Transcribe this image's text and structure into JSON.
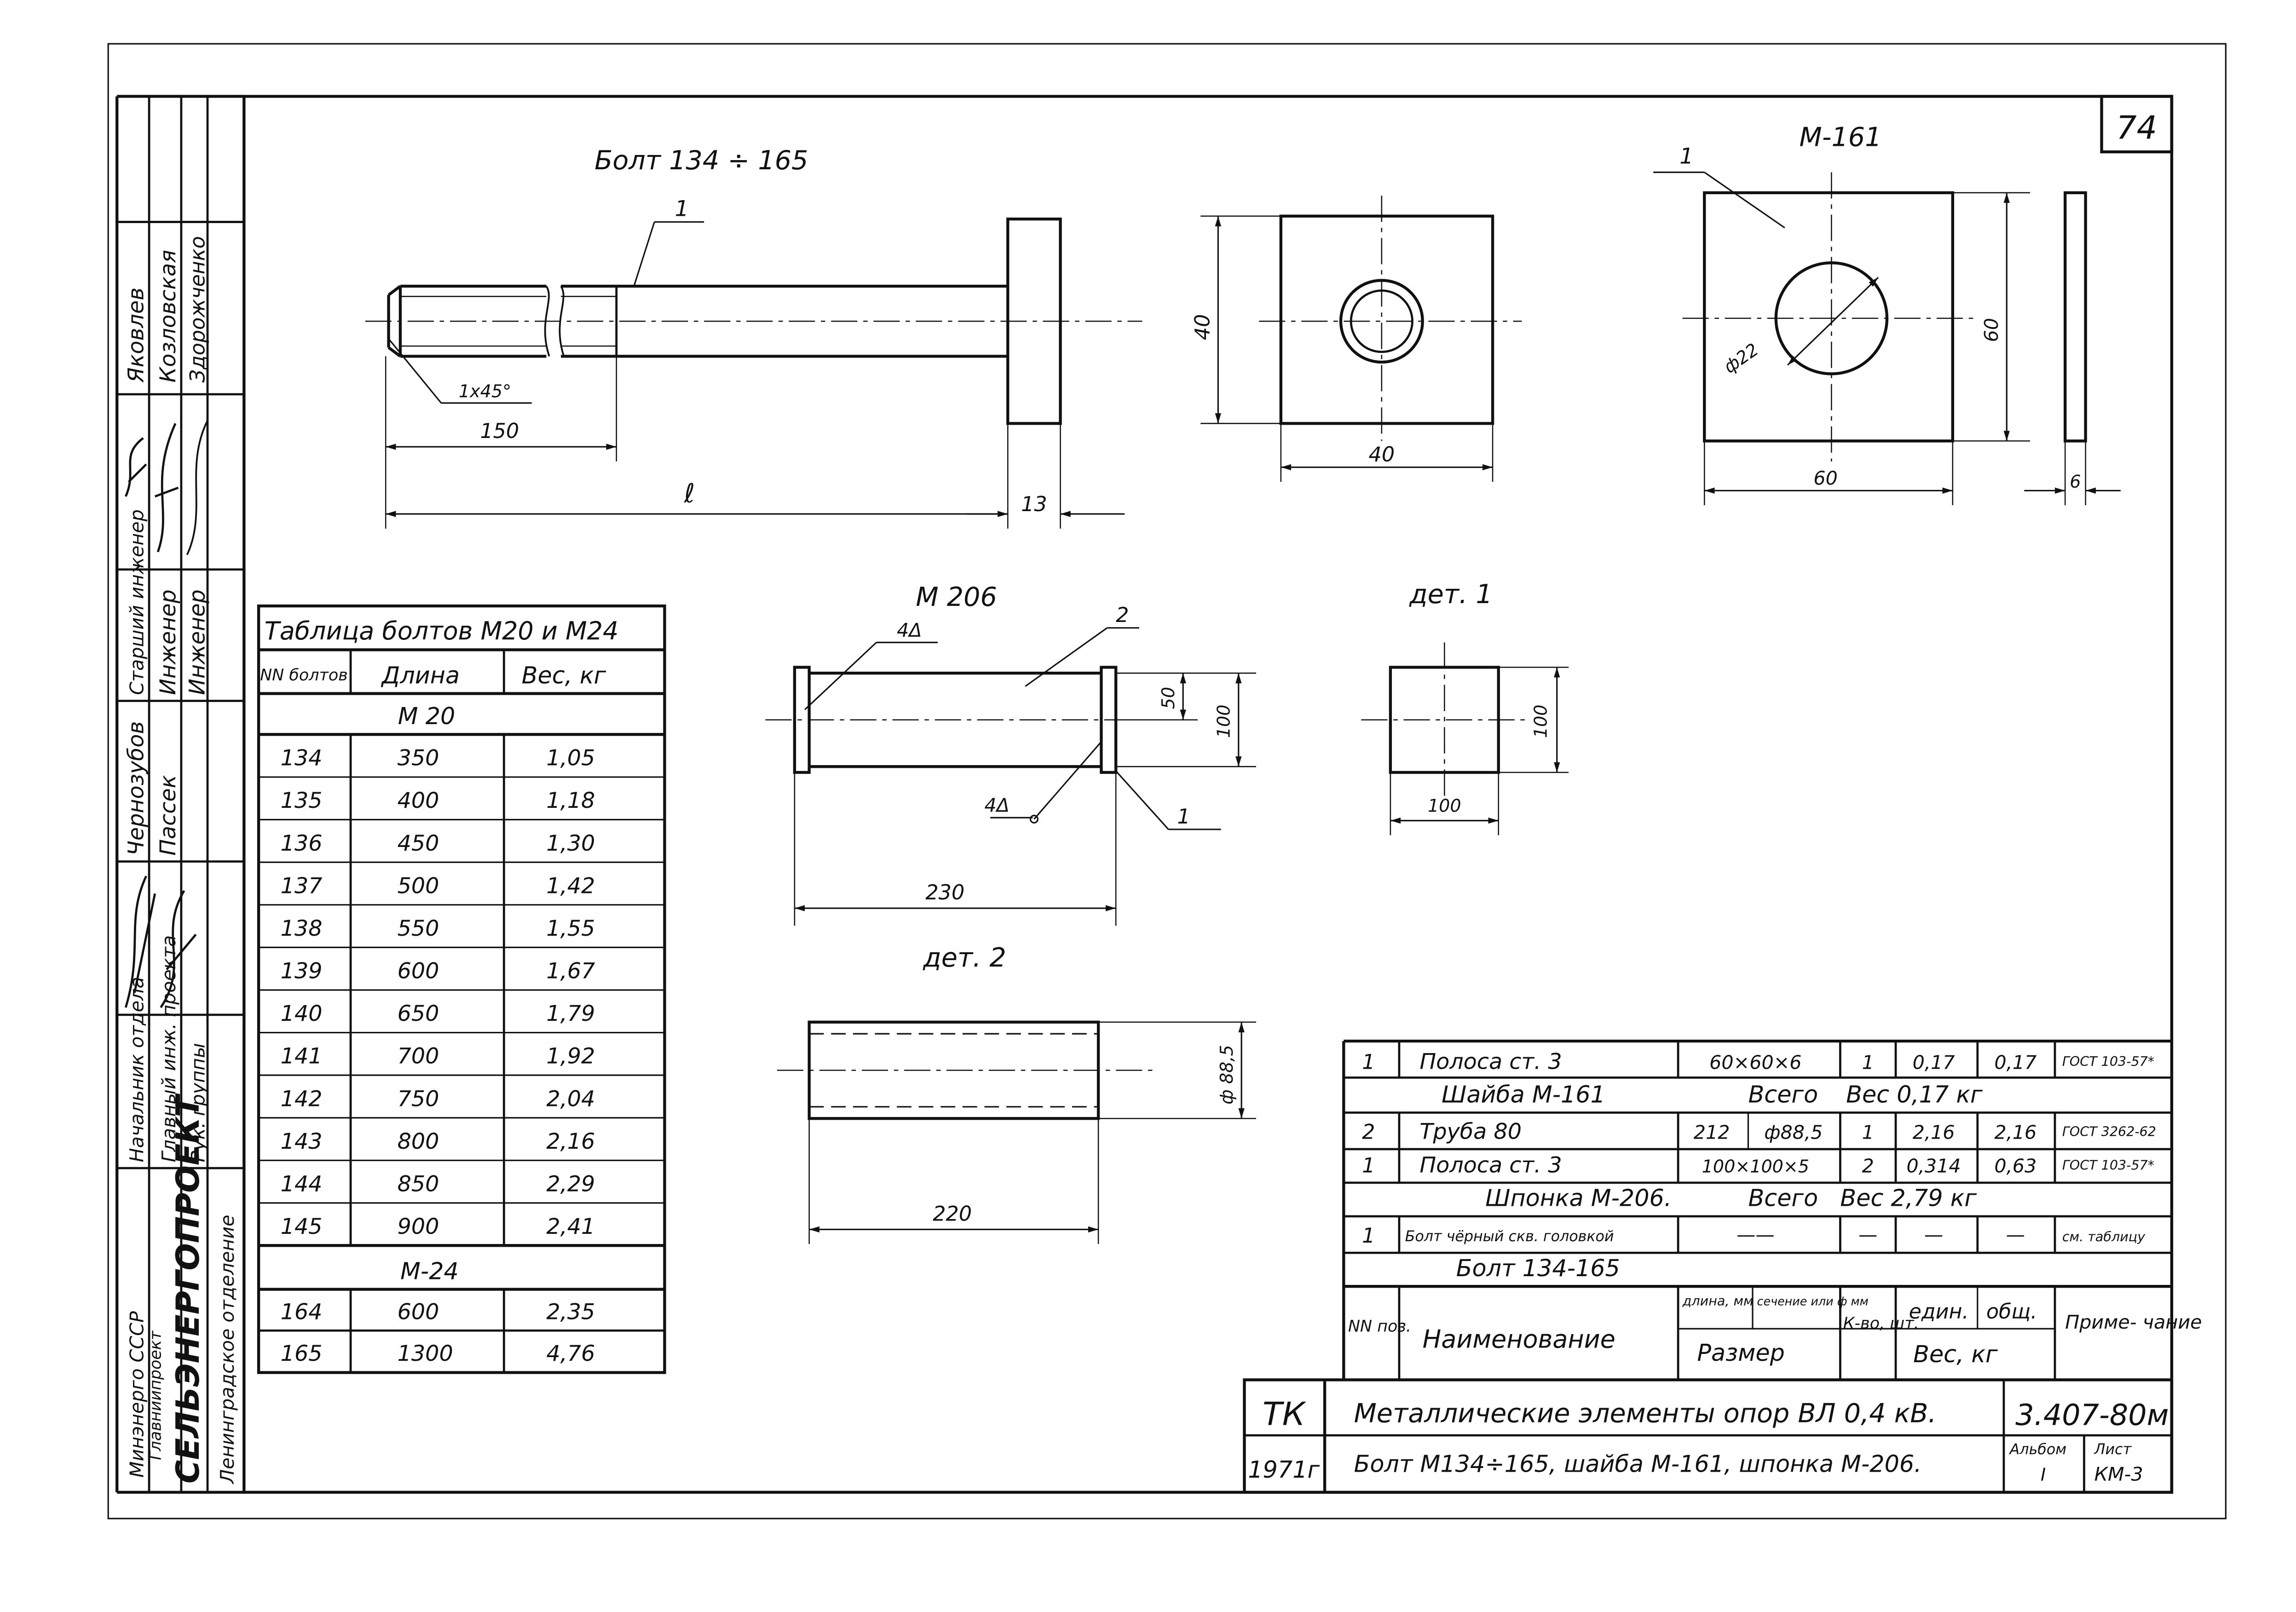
{
  "sheet": {
    "page_number": "74"
  },
  "side_stamp": {
    "org": [
      "Минэнерго СССР",
      "Главниипроект",
      "СЕЛЬЭНЕРГОПРОЕКТ",
      "Ленинградское отделение"
    ],
    "roles": [
      "Начальник отдела",
      "Главный инж. проекта",
      "Рук. группы",
      "Старший инженер",
      "Инженер",
      "Инженер"
    ],
    "names": [
      "Чернозубов",
      "Пассек",
      "Яковлев",
      "Козловская",
      "Здорожченко"
    ]
  },
  "drawings": {
    "bolt": {
      "title": "Болт 134 ÷ 165",
      "callout": "1",
      "chamfer": "1x45°",
      "dim_thread": "150",
      "dim_length": "ℓ",
      "dim_head": "13"
    },
    "washer_left": {
      "dim_h": "40",
      "dim_w": "40"
    },
    "washer": {
      "title": "М-161",
      "callout": "1",
      "dia": "ф22",
      "dim_h": "60",
      "dim_w": "60",
      "dim_t": "6"
    },
    "key": {
      "title": "М 206",
      "weld_top": "4Δ",
      "weld_bottom": "4Δ",
      "callout2": "2",
      "callout1": "1",
      "dim_50": "50",
      "dim_100": "100",
      "dim_230": "230"
    },
    "det1": {
      "title": "дет. 1",
      "dim_h": "100",
      "dim_w": "100"
    },
    "det2": {
      "title": "дет. 2",
      "dim_d": "ф 88,5",
      "dim_l": "220"
    }
  },
  "bolts_table": {
    "title": "Таблица болтов М20 и М24",
    "headers": [
      "NN болтов",
      "Длина",
      "Вес, кг"
    ],
    "group1": "М 20",
    "rows1": [
      [
        "134",
        "350",
        "1,05"
      ],
      [
        "135",
        "400",
        "1,18"
      ],
      [
        "136",
        "450",
        "1,30"
      ],
      [
        "137",
        "500",
        "1,42"
      ],
      [
        "138",
        "550",
        "1,55"
      ],
      [
        "139",
        "600",
        "1,67"
      ],
      [
        "140",
        "650",
        "1,79"
      ],
      [
        "141",
        "700",
        "1,92"
      ],
      [
        "142",
        "750",
        "2,04"
      ],
      [
        "143",
        "800",
        "2,16"
      ],
      [
        "144",
        "850",
        "2,29"
      ],
      [
        "145",
        "900",
        "2,41"
      ]
    ],
    "group2": "М-24",
    "rows2": [
      [
        "164",
        "600",
        "2,35"
      ],
      [
        "165",
        "1300",
        "4,76"
      ]
    ]
  },
  "spec_table": {
    "r1": [
      "1",
      "Полоса ст. 3",
      "60×60×6",
      "1",
      "0,17",
      "0,17",
      "ГОСТ 103-57*"
    ],
    "s1": [
      "Шайба М-161",
      "Всего",
      "Вес 0,17 кг"
    ],
    "r2": [
      "2",
      "Труба 80",
      "212",
      "ф88,5",
      "1",
      "2,16",
      "2,16",
      "ГОСТ 3262-62"
    ],
    "r3": [
      "1",
      "Полоса ст. 3",
      "100×100×5",
      "2",
      "0,314",
      "0,63",
      "ГОСТ 103-57*"
    ],
    "s2": [
      "Шпонка М-206.",
      "Всего",
      "Вес 2,79 кг"
    ],
    "r4": [
      "1",
      "Болт чёрный скв. головкой",
      "——",
      "—",
      "—",
      "—",
      "см. таблицу"
    ],
    "s3": "Болт 134-165",
    "header": {
      "pos": "NN поз.",
      "name": "Наименование",
      "len": "длина, мм",
      "sec": "сечение или ф мм",
      "size": "Размер",
      "qty": "К-во, шт.",
      "unit": "един.",
      "total": "общ.",
      "weight": "Вес, кг",
      "note": "Приме- чание"
    }
  },
  "title_block": {
    "code": "ТК",
    "year": "1971г",
    "line1": "Металлические элементы опор ВЛ 0,4 кВ.",
    "line2": "Болт М134÷165, шайба М-161, шпонка М-206.",
    "doc_no": "3.407-80м",
    "album_label": "Альбом",
    "album": "I",
    "sheet_label": "Лист",
    "sheet": "КМ-3"
  }
}
